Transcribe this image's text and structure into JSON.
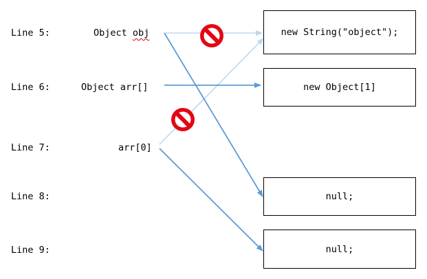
{
  "lines": [
    {
      "label": "Line 5:"
    },
    {
      "label": "Line 6:"
    },
    {
      "label": "Line 7:"
    },
    {
      "label": "Line 8:"
    },
    {
      "label": "Line 9:"
    }
  ],
  "variables": {
    "obj": {
      "prefix": "Object ",
      "name": "obj"
    },
    "arr": {
      "text": "Object arr[]"
    },
    "arr0": {
      "text": "arr[0]"
    }
  },
  "objects": {
    "string_obj": "new String(\"object\");",
    "object_array": "new Object[1]",
    "null_1": "null;",
    "null_2": "null;"
  },
  "colors": {
    "active_arrow": "#5b9bd5",
    "removed_arrow": "#bdd7ee",
    "no_symbol": "#e30613"
  },
  "icons": {
    "no_symbol": "prohibited-icon"
  }
}
